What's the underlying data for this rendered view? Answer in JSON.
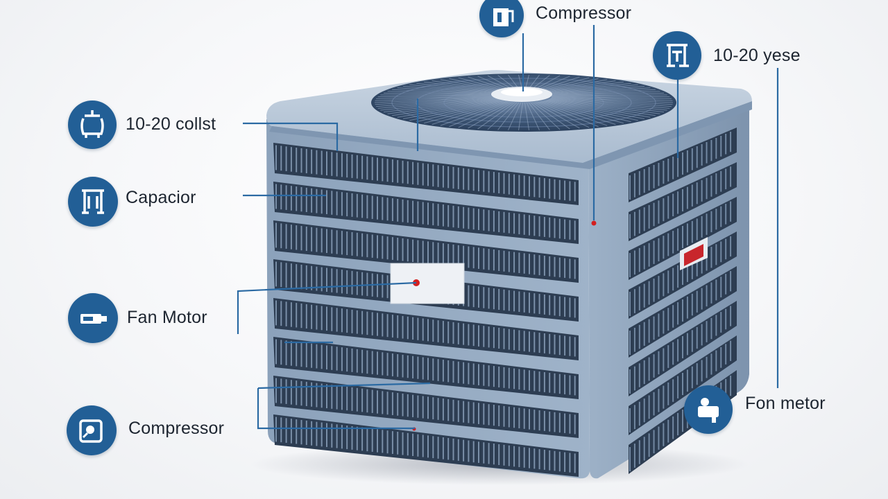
{
  "labels": {
    "compressor_top": "Compressor",
    "years": "10-20 yese",
    "coils": "10-20 collst",
    "capacitor": "Capacior",
    "fan_motor_left": "Fan Motor",
    "compressor_bottom": "Compressor",
    "fan_motor_right": "Fon metor"
  },
  "icons": {
    "compressor_top": "compressor-icon",
    "years": "calendar-icon",
    "coils": "coil-icon",
    "capacitor": "capacitor-icon",
    "fan_motor_left": "fan-motor-icon",
    "compressor_bottom": "compressor-icon",
    "fan_motor_right": "fan-motor-icon"
  },
  "colors": {
    "badge": "#225f96",
    "leader_line": "#2b6aa3",
    "unit_body": "#8ea4bd",
    "grille": "#2d3d52",
    "marker": "#d31f1f"
  }
}
